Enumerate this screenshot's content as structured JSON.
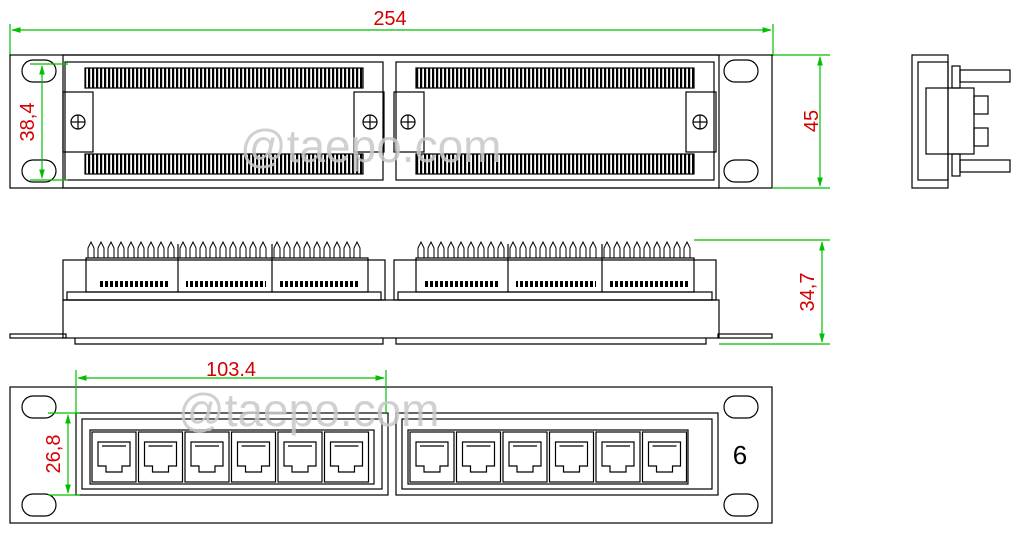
{
  "dimensions": {
    "total_width": "254",
    "top_height": "38,4",
    "panel_height": "45",
    "side_depth": "34,7",
    "module_width": "103.4",
    "port_height": "26,8"
  },
  "port_count": "6",
  "watermark_text": "@taepo.com",
  "colors": {
    "dimension_text": "#d40000",
    "dimension_line": "#00c000",
    "drawing_line": "#000000",
    "watermark": "#c8c8c8"
  }
}
